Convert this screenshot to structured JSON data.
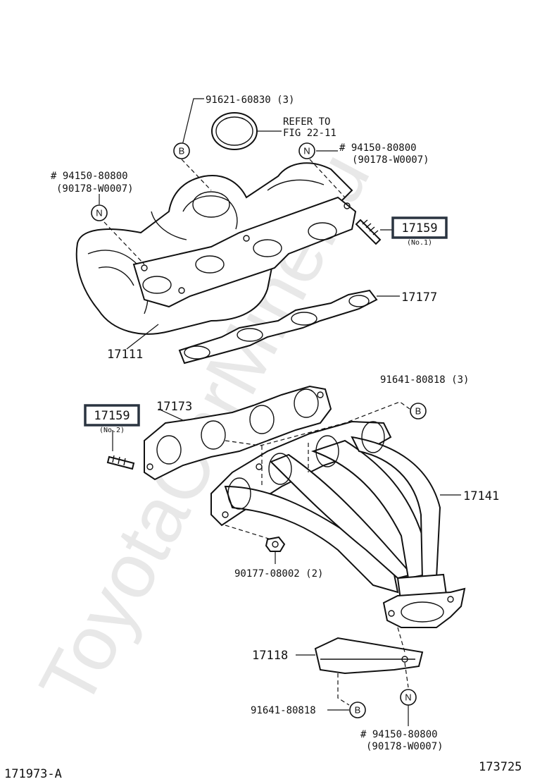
{
  "watermark": "ToyotaCarMine.ru",
  "callouts": {
    "b_top_part": "91621-60830 (3)",
    "refer_line1": "REFER TO",
    "refer_line2": "FIG 22-11",
    "n_right_line1": "# 94150-80800",
    "n_right_line2": "(90178-W0007)",
    "n_left_line1": "# 94150-80800",
    "n_left_line2": "(90178-W0007)",
    "stud_no1": "17159",
    "stud_no1_sub": "(No.1)",
    "gasket_upper": "17177",
    "manifold": "17111",
    "b_mid_part": "91641-80818 (3)",
    "stud_no2": "17159",
    "stud_no2_sub": "(No.2)",
    "gasket_lower": "17173",
    "exhaust_pipe": "17141",
    "nut": "90177-08002 (2)",
    "bracket": "17118",
    "b_bottom_part": "91641-80818",
    "n_bottom_line1": "# 94150-80800",
    "n_bottom_line2": "(90178-W0007)"
  },
  "symbols": {
    "b": "B",
    "n": "N"
  },
  "footer": {
    "left_code": "171973-A",
    "right_code": "173725"
  }
}
